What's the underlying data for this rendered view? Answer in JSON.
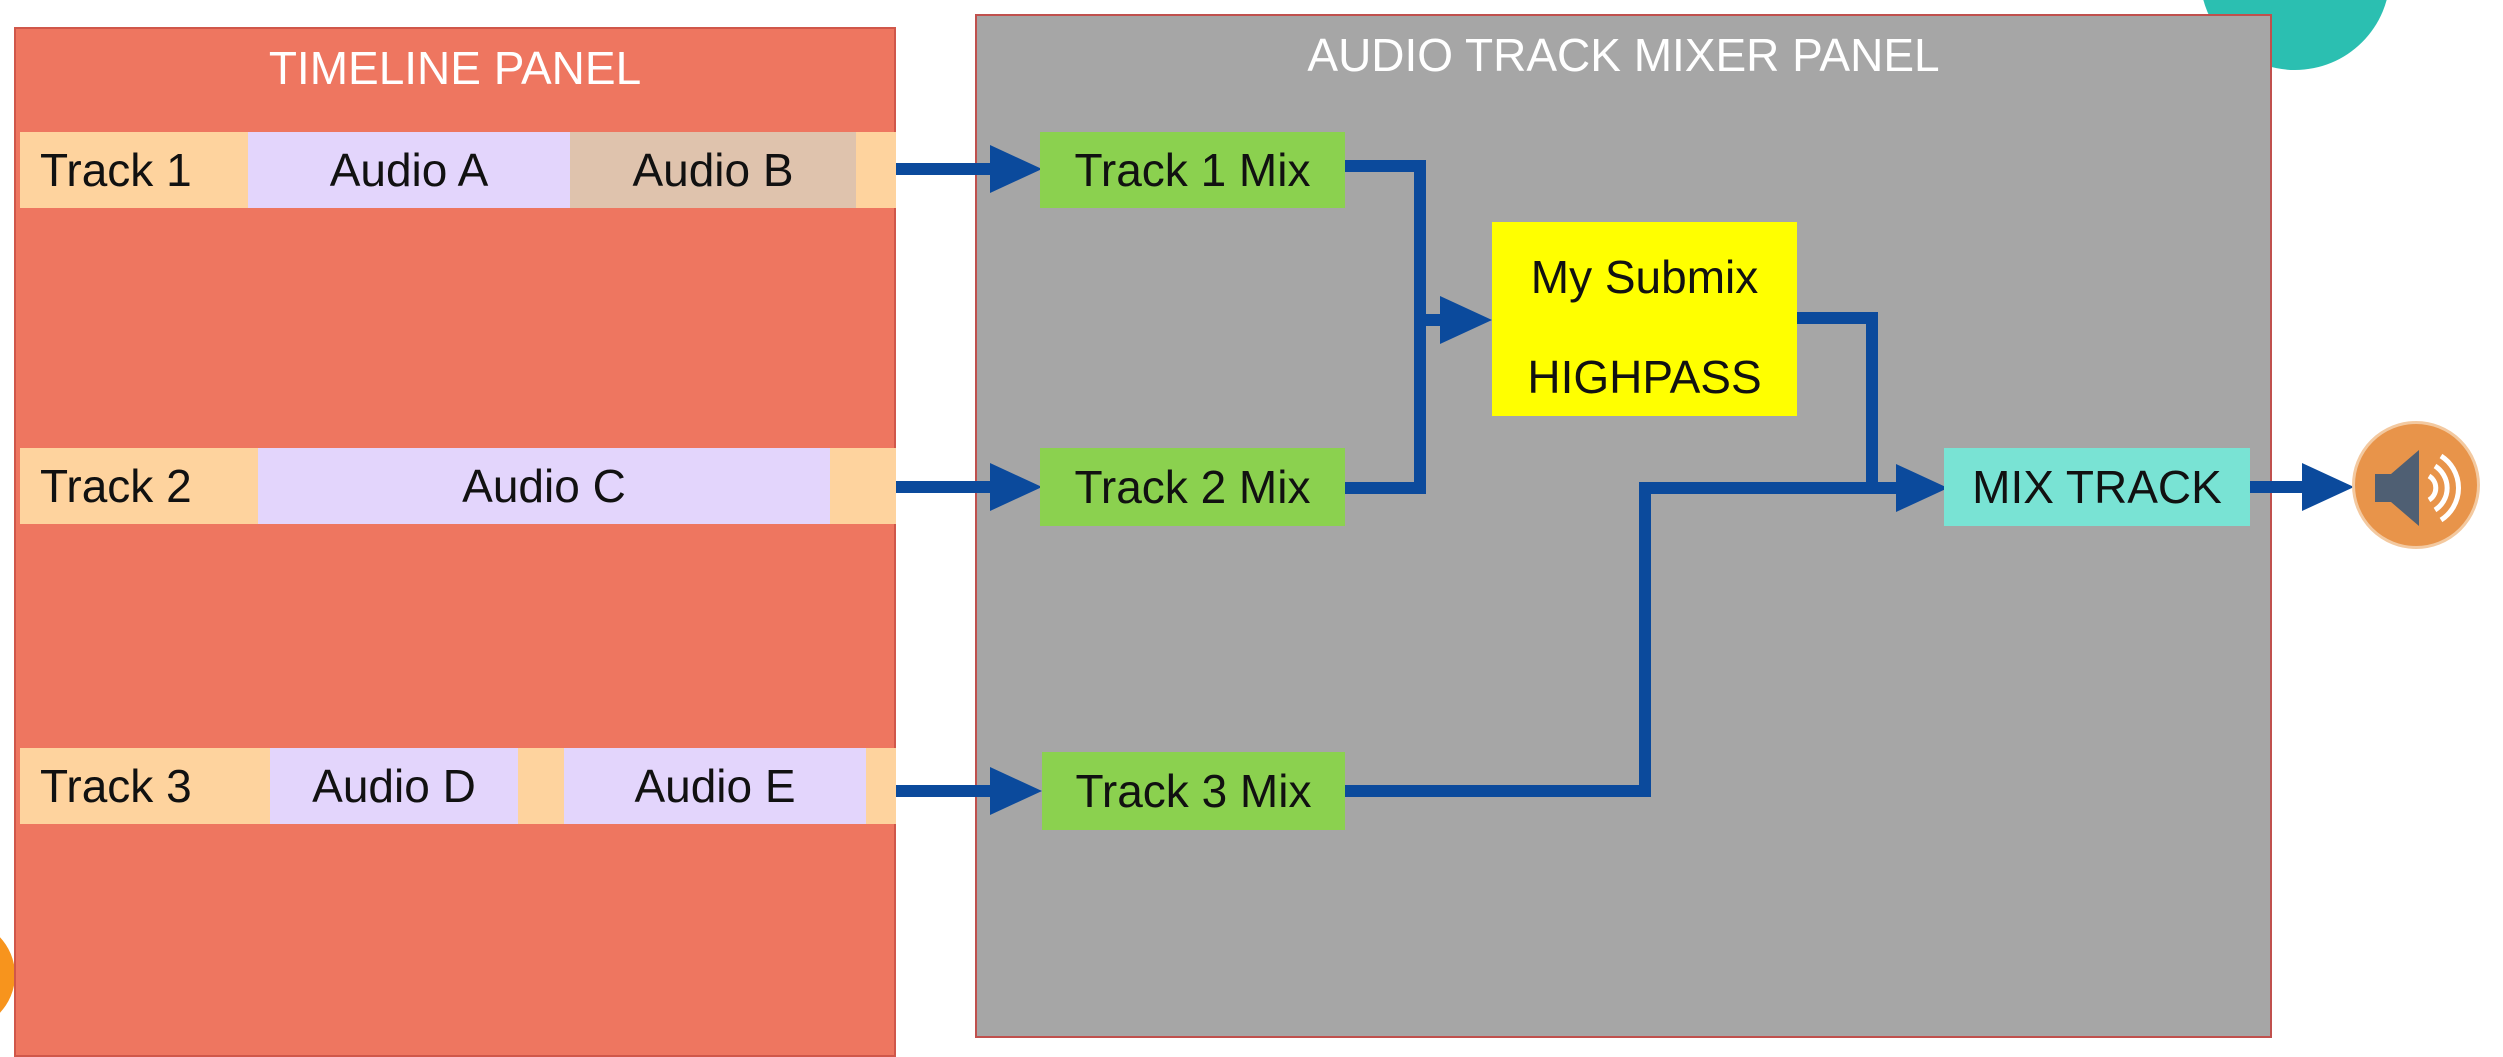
{
  "timeline": {
    "title": "TIMELINE PANEL",
    "tracks": [
      {
        "label": "Track 1",
        "clips": [
          "Audio A",
          "Audio B"
        ]
      },
      {
        "label": "Track 2",
        "clips": [
          "Audio C"
        ]
      },
      {
        "label": "Track 3",
        "clips": [
          "Audio D",
          "Audio E"
        ]
      }
    ]
  },
  "mixer": {
    "title": "AUDIO TRACK MIXER PANEL",
    "track_mixes": [
      "Track 1 Mix",
      "Track 2 Mix",
      "Track 3 Mix"
    ],
    "submix": {
      "name": "My Submix",
      "effect": "HIGHPASS"
    },
    "mix_track": "MIX TRACK"
  },
  "output": {
    "icon": "speaker-icon"
  },
  "colors": {
    "timeline_bg": "#ee7660",
    "mixer_bg": "#a6a6a6",
    "track_header": "#fed39e",
    "clip": "#e3d5fc",
    "clip_alt": "#dfc3ad",
    "mix_box": "#8bd14f",
    "submix_box": "#ffff00",
    "mix_track_box": "#79e3d4",
    "connector": "#0b4a9c"
  }
}
